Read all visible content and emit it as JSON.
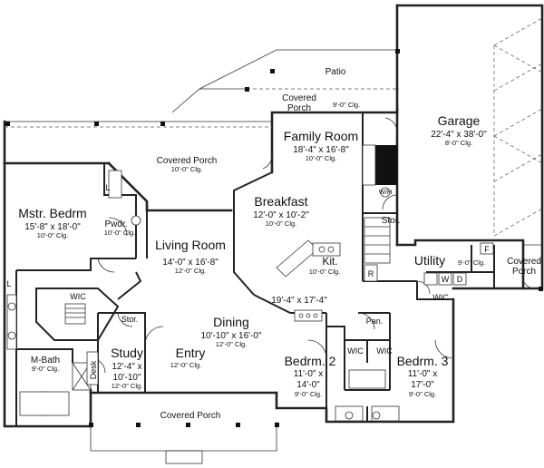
{
  "rooms": {
    "patio": {
      "name": "Patio"
    },
    "covered_porch_top": {
      "name": "Covered",
      "name2": "Porch",
      "ceiling": "9'-0\" Clg."
    },
    "family_room": {
      "name": "Family Room",
      "dims": "18'-4\" x 16'-8\"",
      "ceiling": "10'-0\" Clg."
    },
    "garage": {
      "name": "Garage",
      "dims": "22'-4\" x 38'-0\"",
      "ceiling": "8'-0\" Clg."
    },
    "covered_porch_rear": {
      "name": "Covered Porch",
      "ceiling": "10'-0\" Clg."
    },
    "master_bedroom": {
      "name": "Mstr. Bedrm",
      "dims": "15'-8\" x 18'-0\"",
      "ceiling": "10'-0\" Clg."
    },
    "powder": {
      "name": "Pwdr.",
      "ceiling": "10'-0\" Clg."
    },
    "breakfast": {
      "name": "Breakfast",
      "dims": "12'-0\" x 10'-2\"",
      "ceiling": "10'-0\" Clg."
    },
    "living_room": {
      "name": "Living Room",
      "dims": "14'-0\" x 16'-8\"",
      "ceiling": "12'-0\" Clg."
    },
    "kitchen": {
      "name": "Kit.",
      "ceiling": "10'-0\" Clg.",
      "dims": "19'-4\" x 17'-4\""
    },
    "storage_kitchen": {
      "name": "Stor."
    },
    "utility": {
      "name": "Utility",
      "ceiling": "9'-0\" Clg."
    },
    "covered_porch_side": {
      "name": "Covered",
      "name2": "Porch"
    },
    "master_wic": {
      "name": "WIC"
    },
    "storage_study": {
      "name": "Stor."
    },
    "dining": {
      "name": "Dining",
      "dims": "10'-10\" x 16'-0\"",
      "ceiling": "12'-0\" Clg."
    },
    "pantry": {
      "name": "Pan."
    },
    "utility_wic": {
      "name": "WIC"
    },
    "study": {
      "name": "Study",
      "dims1": "12'-4\" x",
      "dims2": "10'-10\"",
      "ceiling": "12'-0\" Clg."
    },
    "entry": {
      "name": "Entry",
      "ceiling": "12'-0\" Clg."
    },
    "bedroom2": {
      "name": "Bedrm. 2",
      "dims1": "11'-0\" x",
      "dims2": "14'-0\"",
      "ceiling": "9'-0\" Clg."
    },
    "bedroom3": {
      "name": "Bedrm. 3",
      "dims1": "11'-0\" x",
      "dims2": "17'-0\"",
      "ceiling": "9'-0\" Clg."
    },
    "bed_wic_left": {
      "name": "WIC"
    },
    "bed_wic_right": {
      "name": "WIC"
    },
    "master_bath": {
      "name": "M-Bath",
      "ceiling": "9'-0\" Clg."
    },
    "desk": {
      "name": "Desk"
    },
    "covered_porch_front": {
      "name": "Covered Porch"
    }
  },
  "fixture_labels": {
    "linen_master": "L",
    "linen_bath": "L",
    "refrigerator": "R",
    "freezer": "F",
    "washer": "W",
    "dryer": "D",
    "water_heater": "W/H"
  }
}
